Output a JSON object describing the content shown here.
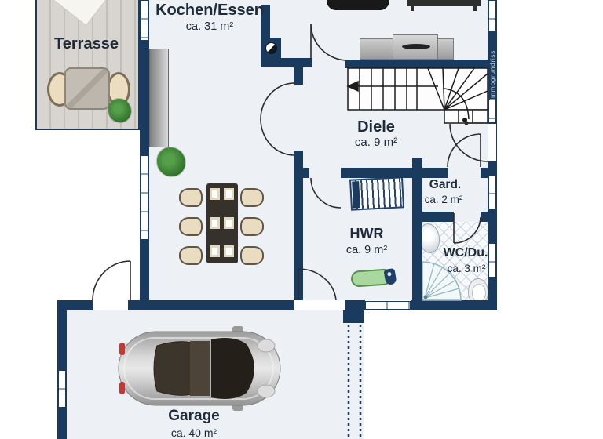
{
  "watermark": "Immogrundriss",
  "rooms": {
    "terrasse": {
      "name": "Terrasse"
    },
    "kochen_essen": {
      "name": "Kochen/Essen",
      "area": "ca. 31 m²"
    },
    "diele": {
      "name": "Diele",
      "area": "ca. 9 m²"
    },
    "gard": {
      "name": "Gard.",
      "area": "ca. 2 m²"
    },
    "hwr": {
      "name": "HWR",
      "area": "ca. 9 m²"
    },
    "wc_du": {
      "name": "WC/Du.",
      "area": "ca. 3 m²"
    },
    "garage": {
      "name": "Garage",
      "area": "ca. 40 m²"
    }
  },
  "colors": {
    "wall": "#1a3a5e",
    "floor": "#edf0f4",
    "deck": "#d8d5d1",
    "ironing_board_green": "#a8d89e",
    "label_text": "#202b39",
    "watermark_text": "#ccd6e2"
  }
}
